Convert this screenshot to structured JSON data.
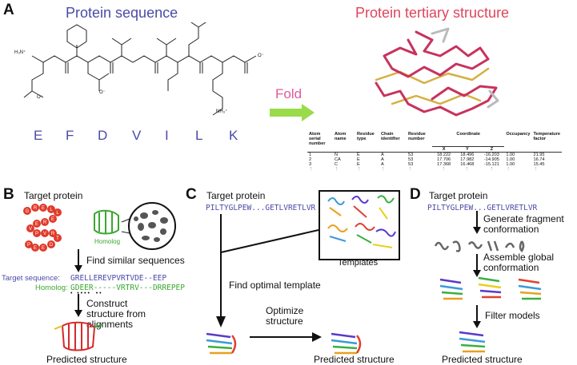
{
  "panel_a": {
    "letter": "A",
    "seq_title": "Protein sequence",
    "struct_title": "Protein tertiary structure",
    "fold_label": "Fold",
    "amino_acids": [
      "E",
      "F",
      "D",
      "V",
      "I",
      "L",
      "K"
    ],
    "chem_labels": {
      "h3n": "H₃N⁺",
      "o1": "O⁻",
      "o2": "O⁻",
      "o3": "O⁻",
      "nh3": "NH₃⁺"
    },
    "table": {
      "headers": [
        "Atom serial number",
        "Atom name",
        "Residue type",
        "Chain identifier",
        "Residue number",
        "Coordinate",
        "Occupancy",
        "Temperature factor"
      ],
      "coord_sub": [
        "X",
        "Y",
        "Z"
      ],
      "rows": [
        [
          "1",
          "N",
          "E",
          "A",
          "53",
          "18.222",
          "18.496",
          "-16.203",
          "1.00",
          "21.95"
        ],
        [
          "2",
          "CA",
          "E",
          "A",
          "53",
          "17.706",
          "17.982",
          "-14.905",
          "1.00",
          "16.74"
        ],
        [
          "3",
          "C",
          "E",
          "A",
          "53",
          "17.368",
          "16.468",
          "-15.121",
          "1.00",
          "15.45"
        ],
        [
          "⋮",
          "⋮",
          "⋮",
          "⋮",
          "⋮",
          "⋮",
          "⋮",
          "⋮",
          "⋮",
          "⋮"
        ]
      ]
    }
  },
  "panel_b": {
    "letter": "B",
    "title": "Target protein",
    "helix_letters": [
      "G",
      "R",
      "E",
      "L",
      "L",
      "E",
      "R",
      "E",
      "V",
      "P",
      "V",
      "R",
      "T",
      "D",
      "E",
      "E",
      "P"
    ],
    "homolog_label": "Homolog",
    "step1": "Find similar sequences",
    "target_seq_label": "Target sequence:",
    "target_seq": "GRELLEREVPVRTVDE--EEP",
    "homolog_seq_label": "Homolog:",
    "homolog_seq": "GDEER-----VRTRV---DRREPEP",
    "dots": "•   • • • •    • •",
    "step2": "Construct structure from alignments",
    "result": "Predicted structure"
  },
  "panel_c": {
    "letter": "C",
    "title": "Target protein",
    "sequence": "PILTYGLPEW...GETLVRETLVR",
    "templates_label": "Templates",
    "step1": "Find optimal template",
    "step2": "Optimize structure",
    "result": "Predicted structure"
  },
  "panel_d": {
    "letter": "D",
    "title": "Target protein",
    "sequence": "PILTYGLPEW...GETLVRETLVR",
    "step1": "Generate fragment conformation",
    "step2": "Assemble global conformation",
    "step3": "Filter models",
    "result": "Predicted structure"
  },
  "colors": {
    "blue": "#4a4aa8",
    "red": "#e0445a",
    "pink": "#e05a9a",
    "green": "#3aa830",
    "arrow": "#9adb4a",
    "helix": "#e03a2a"
  }
}
